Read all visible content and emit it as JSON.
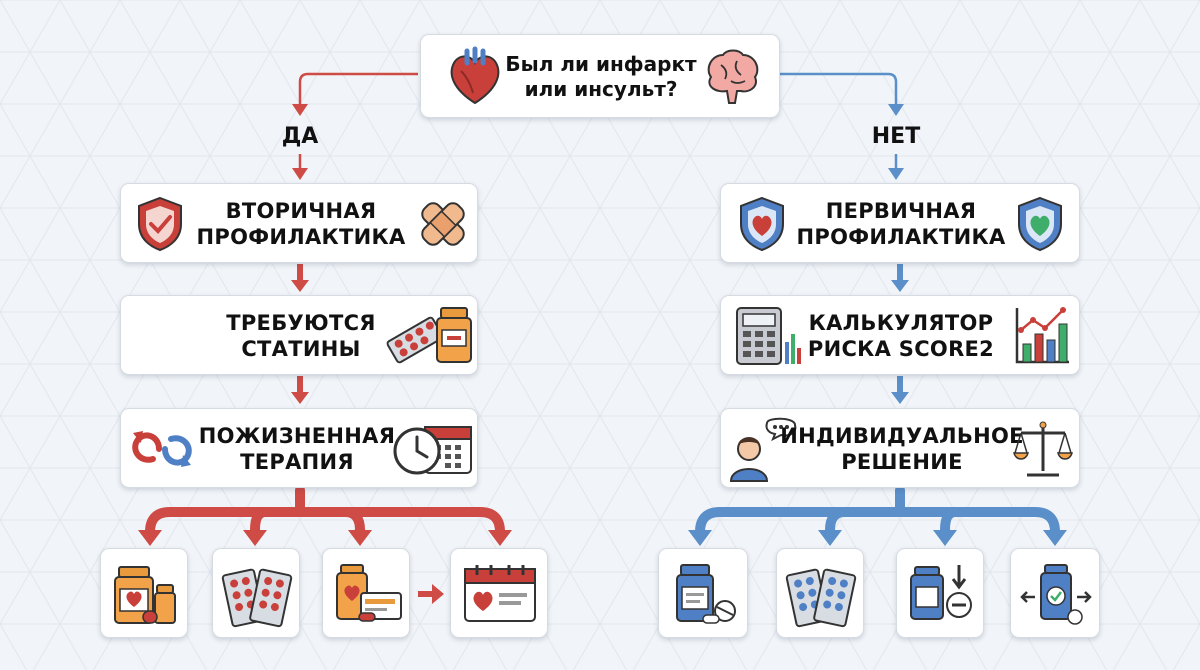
{
  "question": {
    "line1": "Был ли инфаркт",
    "line2": "или инсульт?"
  },
  "branches": {
    "yes": {
      "label": "ДА",
      "color": "#cf4b45",
      "steps": [
        {
          "line1": "ВТОРИЧНАЯ",
          "line2": "ПРОФИЛАКТИКА"
        },
        {
          "line1": "ТРЕБУЮТСЯ",
          "line2": "СТАТИНЫ"
        },
        {
          "line1": "ПОЖИЗНЕННАЯ",
          "line2": "ТЕРАПИЯ"
        }
      ],
      "outcome_icons": [
        "medication-bottles-icon",
        "pill-blister-pack-icon",
        "prescription-card-icon",
        "calendar-heart-icon"
      ]
    },
    "no": {
      "label": "НЕТ",
      "color": "#5b8fc9",
      "steps": [
        {
          "line1": "ПЕРВИЧНАЯ",
          "line2": "ПРОФИЛАКТИКА"
        },
        {
          "line1": "КАЛЬКУЛЯТОР",
          "line2": "РИСКА SCORE2"
        },
        {
          "line1": "ИНДИВИДУАЛЬНОЕ",
          "line2": "РЕШЕНИЕ"
        }
      ],
      "outcome_icons": [
        "medicine-bottle-pill-icon",
        "pill-blister-pack-icon",
        "dose-reduction-icon",
        "dose-adjust-icon"
      ]
    }
  },
  "icons": {
    "question": [
      "heart-icon",
      "brain-icon"
    ],
    "yes_steps": [
      [
        "shield-check-icon",
        "bandage-icon"
      ],
      [
        "pills-icon"
      ],
      [
        "cycle-arrows-icon",
        "clock-calendar-icon"
      ]
    ],
    "no_steps": [
      [
        "shield-heart-icon",
        "shield-heart-green-icon"
      ],
      [
        "calculator-icon",
        "chart-growth-icon"
      ],
      [
        "person-thinking-icon",
        "scales-icon"
      ]
    ]
  }
}
